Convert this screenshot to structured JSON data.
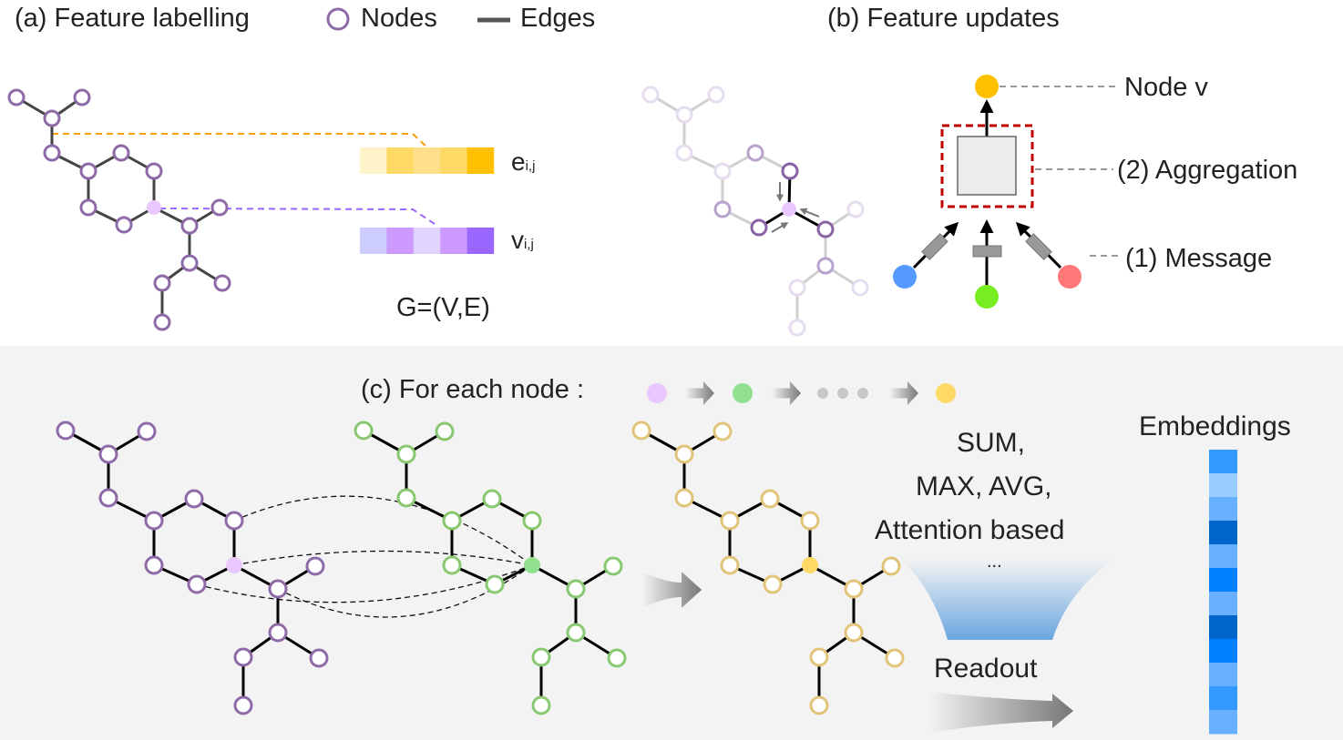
{
  "panel_a": {
    "title": "(a) Feature labelling",
    "legend": {
      "nodes_label": "Nodes",
      "edges_label": "Edges",
      "node_icon": "hollow-circle-icon",
      "edge_icon": "line-icon"
    },
    "edge_vector_label": "e",
    "edge_vector_sub": "i,j",
    "node_vector_label": "v",
    "node_vector_sub": "i,j",
    "graph_label": "G=(V,E)",
    "edge_vector_colors": [
      "#fff3cc",
      "#ffd966",
      "#ffe08a",
      "#ffd966",
      "#ffc000"
    ],
    "node_vector_colors": [
      "#ccccff",
      "#cc99ff",
      "#e0d4ff",
      "#cc99ff",
      "#9966ff"
    ],
    "node_color": "#8e6aa8",
    "highlight_node_color": "#e8c8ff",
    "edge_leader_color": "#f5a000",
    "node_leader_color": "#9966ff"
  },
  "panel_b": {
    "title": "(b) Feature updates",
    "node_v_label": "Node v",
    "aggregation_label": "(2) Aggregation",
    "message_label": "(1) Message",
    "node_v_color": "#ffc000",
    "aggregation_box_border": "#c00000",
    "neighbor_colors": [
      "#5599ff",
      "#77ee22",
      "#ff7777"
    ]
  },
  "panel_c": {
    "title": "(c) For each node :",
    "sequence_colors": [
      "#e8c8ff",
      "#90e090",
      "#ffd966"
    ],
    "graph_colors": [
      "#8e6aa8",
      "#88c870",
      "#e2c478"
    ],
    "center_fill_colors": [
      "#e8c8ff",
      "#90e090",
      "#ffd966"
    ],
    "readout_ops": [
      "SUM,",
      "MAX, AVG,",
      "Attention based",
      "..."
    ],
    "readout_label": "Readout",
    "embeddings_label": "Embeddings",
    "embedding_colors": [
      "#3399ff",
      "#99ccff",
      "#66b0ff",
      "#0066cc",
      "#66b0ff",
      "#0080ff",
      "#66b0ff",
      "#0066cc",
      "#0080ff",
      "#66b0ff",
      "#3399ff",
      "#66b0ff"
    ]
  }
}
